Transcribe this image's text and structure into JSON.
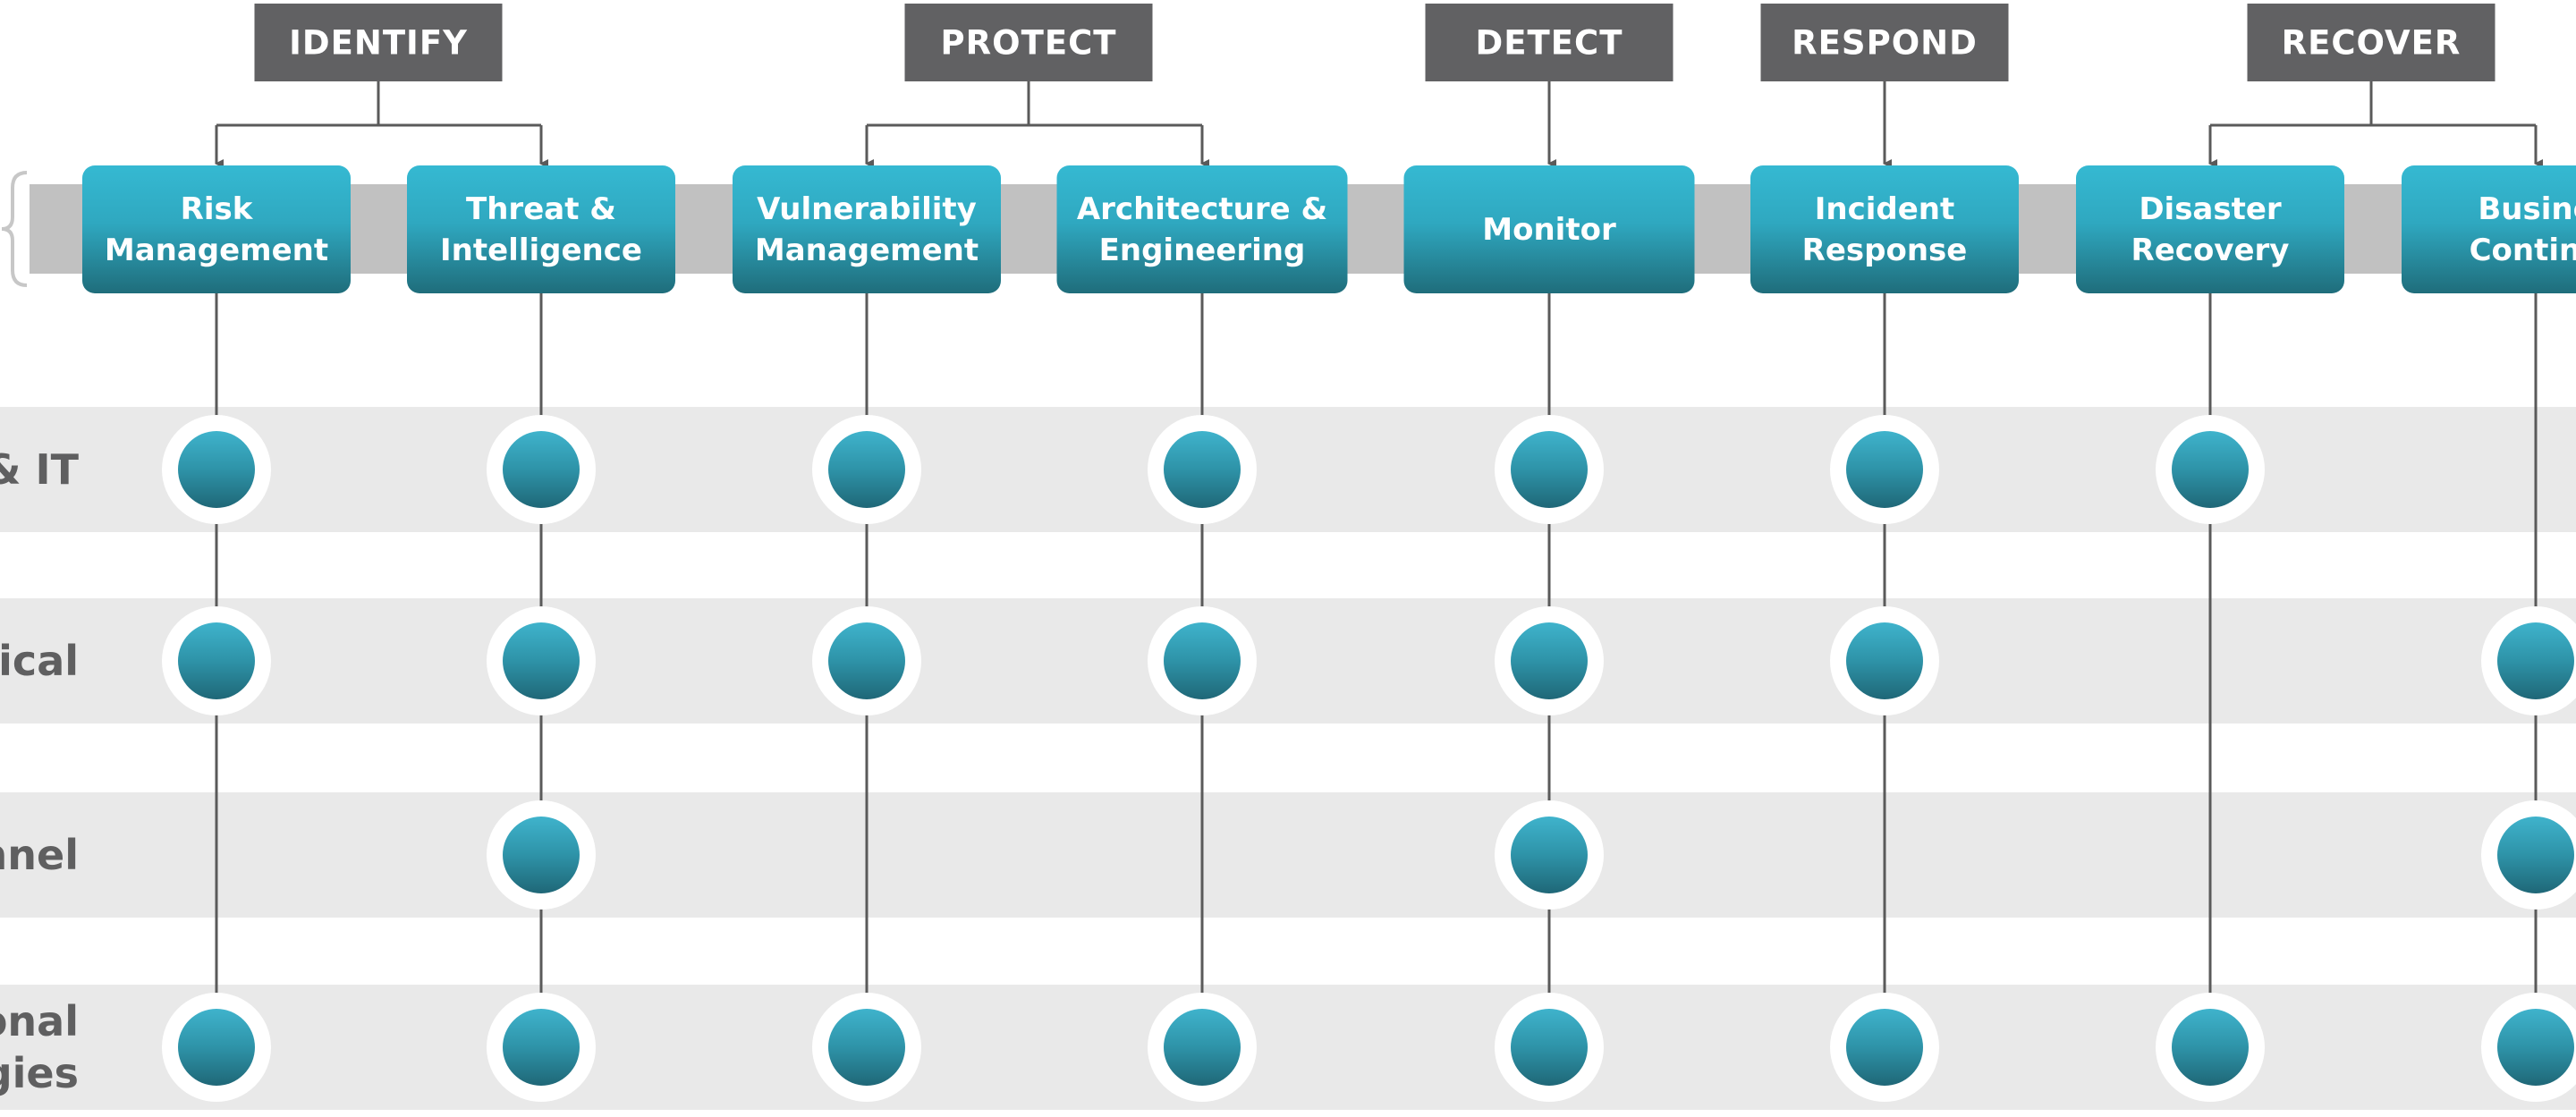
{
  "categories": [
    {
      "label": "IDENTIFY",
      "functions": [
        0,
        1
      ]
    },
    {
      "label": "PROTECT",
      "functions": [
        2,
        3
      ]
    },
    {
      "label": "DETECT",
      "functions": [
        4
      ]
    },
    {
      "label": "RESPOND",
      "functions": [
        5
      ]
    },
    {
      "label": "RECOVER",
      "functions": [
        6,
        7
      ]
    }
  ],
  "functions": [
    {
      "lines": [
        "Risk",
        "Management"
      ]
    },
    {
      "lines": [
        "Threat &",
        "Intelligence"
      ]
    },
    {
      "lines": [
        "Vulnerability",
        "Management"
      ]
    },
    {
      "lines": [
        "Architecture &",
        "Engineering"
      ]
    },
    {
      "lines": [
        "Monitor"
      ]
    },
    {
      "lines": [
        "Incident",
        "Response"
      ]
    },
    {
      "lines": [
        "Disaster",
        "Recovery"
      ]
    },
    {
      "lines": [
        "Busine",
        "Continu"
      ]
    }
  ],
  "rows": [
    {
      "lines": [
        "& IT"
      ],
      "marks": [
        true,
        true,
        true,
        true,
        true,
        true,
        true,
        false
      ]
    },
    {
      "lines": [
        "ical"
      ],
      "marks": [
        true,
        true,
        true,
        true,
        true,
        true,
        false,
        true
      ]
    },
    {
      "lines": [
        "nnel"
      ],
      "marks": [
        false,
        true,
        false,
        false,
        true,
        false,
        false,
        true
      ]
    },
    {
      "lines": [
        "onal",
        "gies"
      ],
      "marks": [
        true,
        true,
        true,
        true,
        true,
        true,
        true,
        true
      ]
    }
  ],
  "colors": {
    "category_box": "#616163",
    "band": "#c1c1c1",
    "row_band": "#e9e9e9",
    "connector": "#5a5a5a",
    "teal_top": "#35b9d2",
    "teal_bottom": "#1f6d7b"
  }
}
